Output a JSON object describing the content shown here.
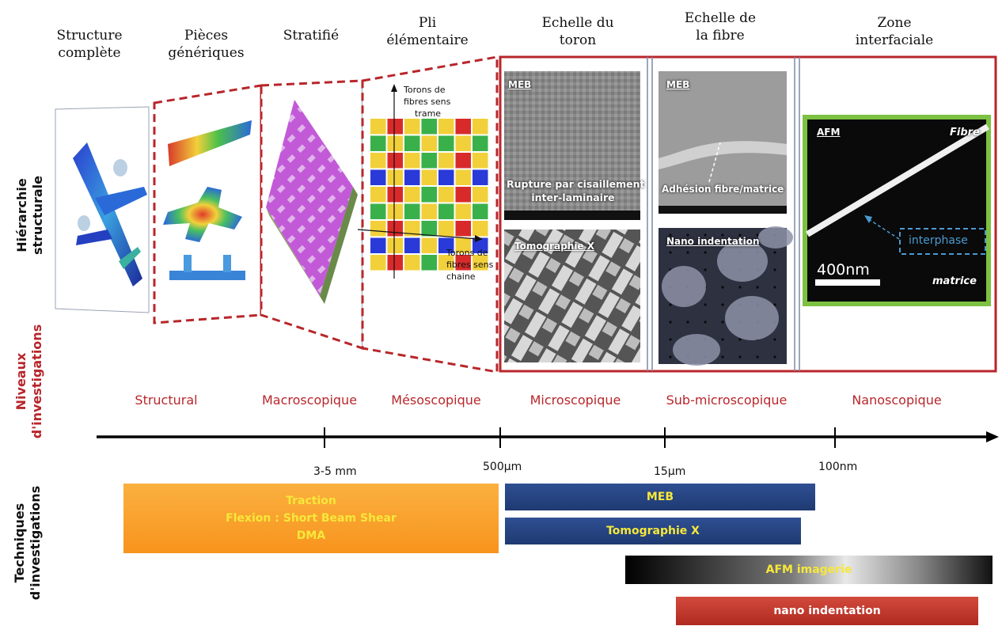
{
  "headers": {
    "structure": [
      "Structure",
      "complète"
    ],
    "pieces": [
      "Pièces",
      "génériques"
    ],
    "stratifie": "Stratifié",
    "pli": [
      "Pli",
      "élémentaire"
    ],
    "toron": [
      "Echelle du",
      "toron"
    ],
    "fibre": [
      "Echelle de",
      "la fibre"
    ],
    "zone": [
      "Zone",
      "interfaciale"
    ]
  },
  "side_labels": {
    "hierarchie": [
      "Hiérarchie",
      "structurale"
    ],
    "niveaux": [
      "Niveaux",
      "d'investigations"
    ],
    "techniques": [
      "Techniques",
      "d'investigations"
    ]
  },
  "pli_annotations": {
    "trame": [
      "Torons de",
      "fibres sens",
      "trame"
    ],
    "chaine": [
      "Torons de",
      "fibres sens",
      "chaine"
    ]
  },
  "micro_panels": {
    "meb1_tag": "MEB",
    "meb1_caption": [
      "Rupture par cisaillement",
      "inter-laminaire"
    ],
    "tomo_tag": "Tomographie X",
    "meb2_tag": "MEB",
    "meb2_caption": "Adhésion fibre/matrice",
    "nano_tag": "Nano indentation",
    "afm_tag": "AFM",
    "afm_fibre": "Fibre",
    "afm_interphase": "interphase",
    "afm_scale": "400nm",
    "afm_matrice": "matrice"
  },
  "levels": [
    "Structural",
    "Macroscopique",
    "Mésoscopique",
    "Microscopique",
    "Sub-microscopique",
    "Nanoscopique"
  ],
  "scale_ticks": [
    "3-5 mm",
    "500μm",
    "15μm",
    "100nm"
  ],
  "techniques": {
    "orange": [
      "Traction",
      "Flexion : Short Beam Shear",
      "DMA"
    ],
    "meb": "MEB",
    "tomo": "Tomographie X",
    "afm": "AFM imagerie",
    "nano": "nano indentation"
  },
  "colors": {
    "accent_red": "#b8262b",
    "orange": "#f79a2a",
    "navy": "#233e78",
    "afm_green": "#7dc142",
    "nano_red": "#c0392b"
  }
}
